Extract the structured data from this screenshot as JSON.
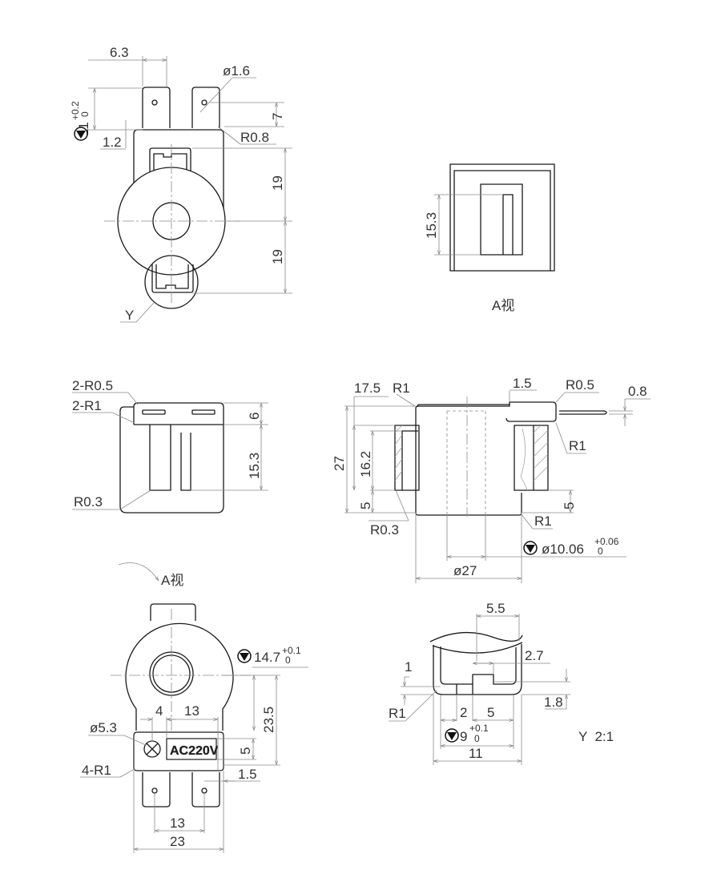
{
  "drawing": {
    "front_view": {
      "dims": {
        "width_terminal": "6.3",
        "hole_dia": "ø1.6",
        "height_main": "11",
        "height_tol_upper": "+0.2",
        "height_tol_lower": "0",
        "offset": "1.2",
        "hole_pos": "7",
        "fillet": "R0.8",
        "upper_half": "19",
        "lower_half": "19"
      },
      "detail_marker": "Y"
    },
    "view_a": {
      "dims": {
        "slot_height": "15.3"
      },
      "caption": "A视"
    },
    "side_view": {
      "dims": {
        "fillet_top": "2-R0.5",
        "fillet_side": "2-R1",
        "fillet_slot": "R0.3",
        "top_height": "6",
        "slot_height": "15.3"
      }
    },
    "section_view": {
      "dims": {
        "d17_5": "17.5",
        "r1_a": "R1",
        "d1_5": "1.5",
        "r0_5": "R0.5",
        "d0_8": "0.8",
        "r1_b": "R1",
        "d27": "27",
        "d16_2": "16.2",
        "d5_left": "5",
        "d5_right": "5",
        "r0_3": "R0.3",
        "r1_c": "R1",
        "bore": "ø10.06",
        "bore_tol_upper": "+0.06",
        "bore_tol_lower": "0",
        "outer_dia": "ø27"
      }
    },
    "bottom_view": {
      "arrow_label": "A视",
      "dims": {
        "hole_dia": "ø5.3",
        "d4": "4",
        "d13_top": "13",
        "fillet": "4-R1",
        "bore": "14.7",
        "bore_tol_upper": "+0.1",
        "bore_tol_lower": "0",
        "d23_5": "23.5",
        "d5": "5",
        "d1_5": "1.5",
        "d13_bottom": "13",
        "d23": "23"
      },
      "label_plate": "AC220V"
    },
    "detail_y": {
      "dims": {
        "d5_5": "5.5",
        "d2_7": "2.7",
        "d1": "1",
        "d1_8": "1.8",
        "r1": "R1",
        "d2": "2",
        "d5": "5",
        "d9": "9",
        "d9_tol_upper": "+0.1",
        "d9_tol_lower": "0",
        "d11": "11"
      },
      "caption": "Y  2:1"
    }
  }
}
